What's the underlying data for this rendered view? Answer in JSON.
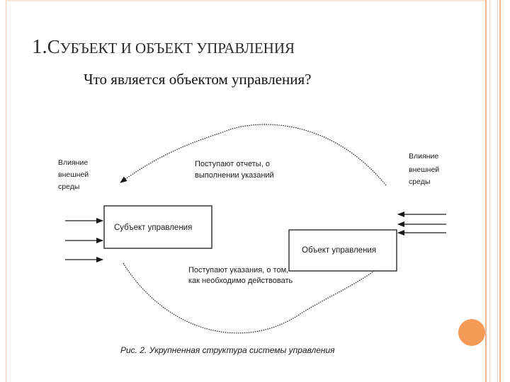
{
  "title": {
    "number": "1.",
    "first_letter": "С",
    "rest": "УБЪЕКТ И ОБЪЕКТ УПРАВЛЕНИЯ"
  },
  "subtitle": "Что является объектом управления?",
  "diagram": {
    "left_influence": [
      "Влияние",
      "внешней",
      "среды"
    ],
    "right_influence": [
      "Влияние",
      "внешней",
      "среды"
    ],
    "reports_label": [
      "Поступают отчеты, о",
      "выполнении указаний"
    ],
    "subject_box": "Субъект управления",
    "object_box": "Объект управления",
    "instructions_label": [
      "Поступают указания, о том,",
      "как необходимо действовать"
    ],
    "caption": "Рис. 2. Укрупненная структура системы управления"
  },
  "colors": {
    "frame": "#f1b490",
    "accent_dot": "#f59a57"
  }
}
